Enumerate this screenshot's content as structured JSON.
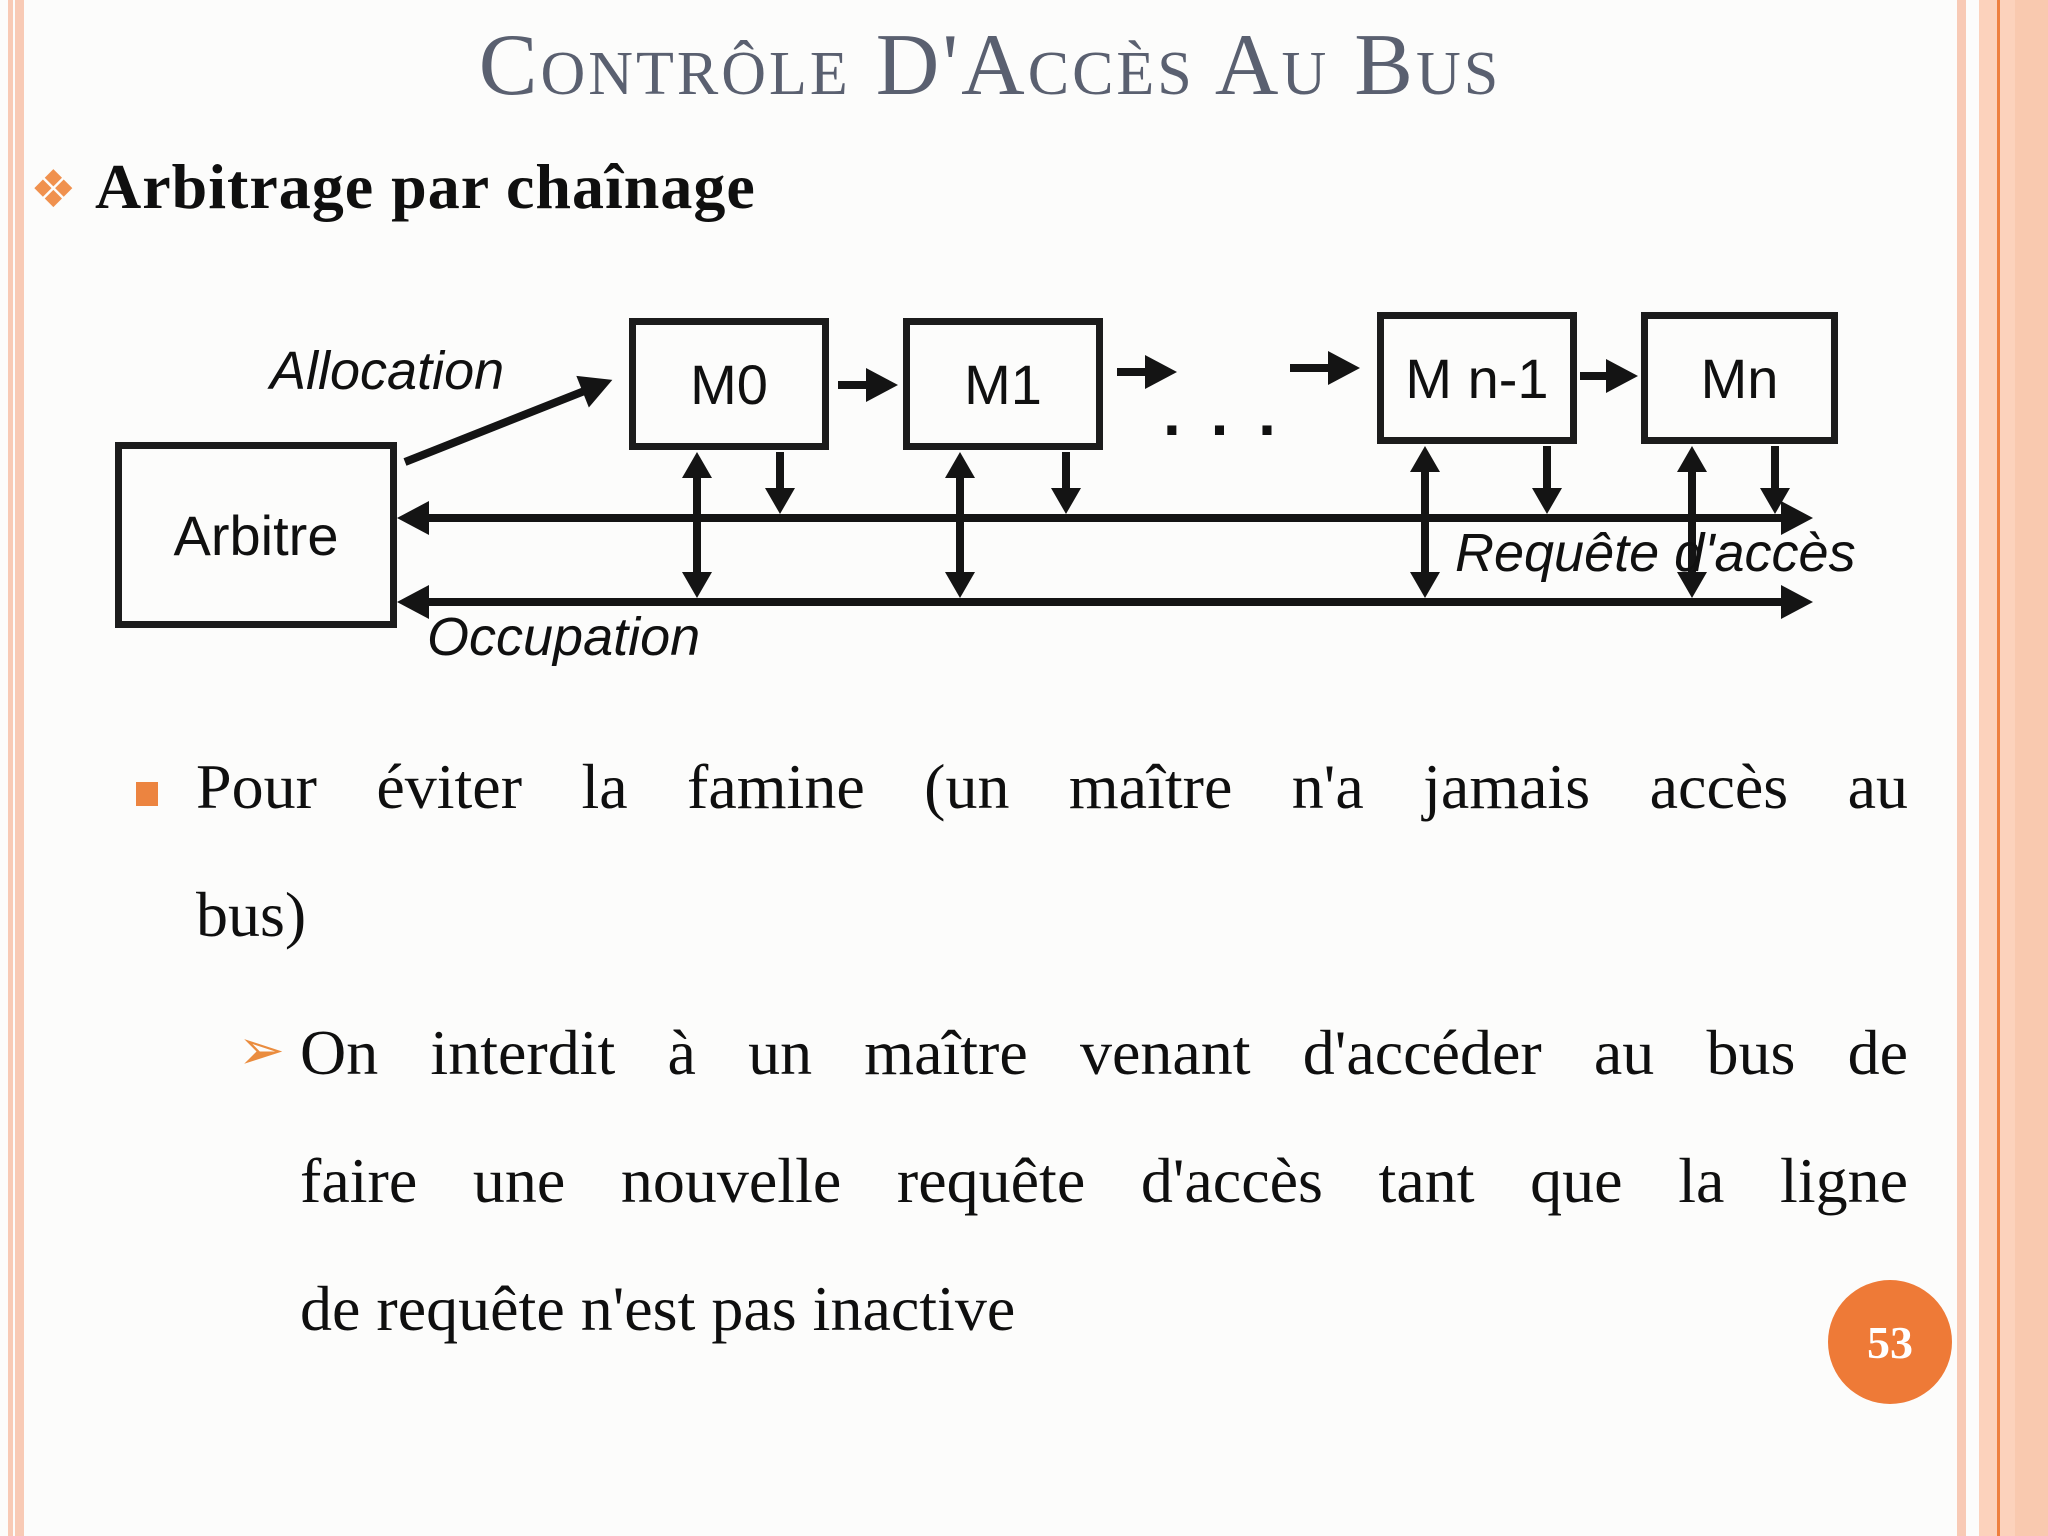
{
  "title": "Contrôle D'Accès Au Bus",
  "heading": {
    "marker": "❖",
    "text": "Arbitrage par chaînage"
  },
  "diagram": {
    "arbiter_label": "Arbitre",
    "masters": [
      "M0",
      "M1",
      "M n-1",
      "Mn"
    ],
    "allocation_label": "Allocation",
    "request_label": "Requête d'accès",
    "occupation_label": "Occupation",
    "ellipsis": ". . ."
  },
  "bullets": {
    "famine": {
      "marker": "▪",
      "lines": [
        "Pour éviter la famine (un maître n'a jamais accès au",
        "bus)"
      ]
    },
    "interdit": {
      "marker": "➢",
      "lines": [
        "On interdit à un maître venant d'accéder au bus de",
        "faire une nouvelle requête d'accès tant que la ligne",
        "de requête n'est pas inactive"
      ]
    }
  },
  "page_number": "53",
  "colors": {
    "accent_orange": "#ee7a37",
    "title_gray": "#5a6070",
    "stripe_peach": "#f8cab5",
    "border_band": "#fcd2bc",
    "border_line_orange": "#ee8040",
    "diagram_ink": "#141414"
  }
}
